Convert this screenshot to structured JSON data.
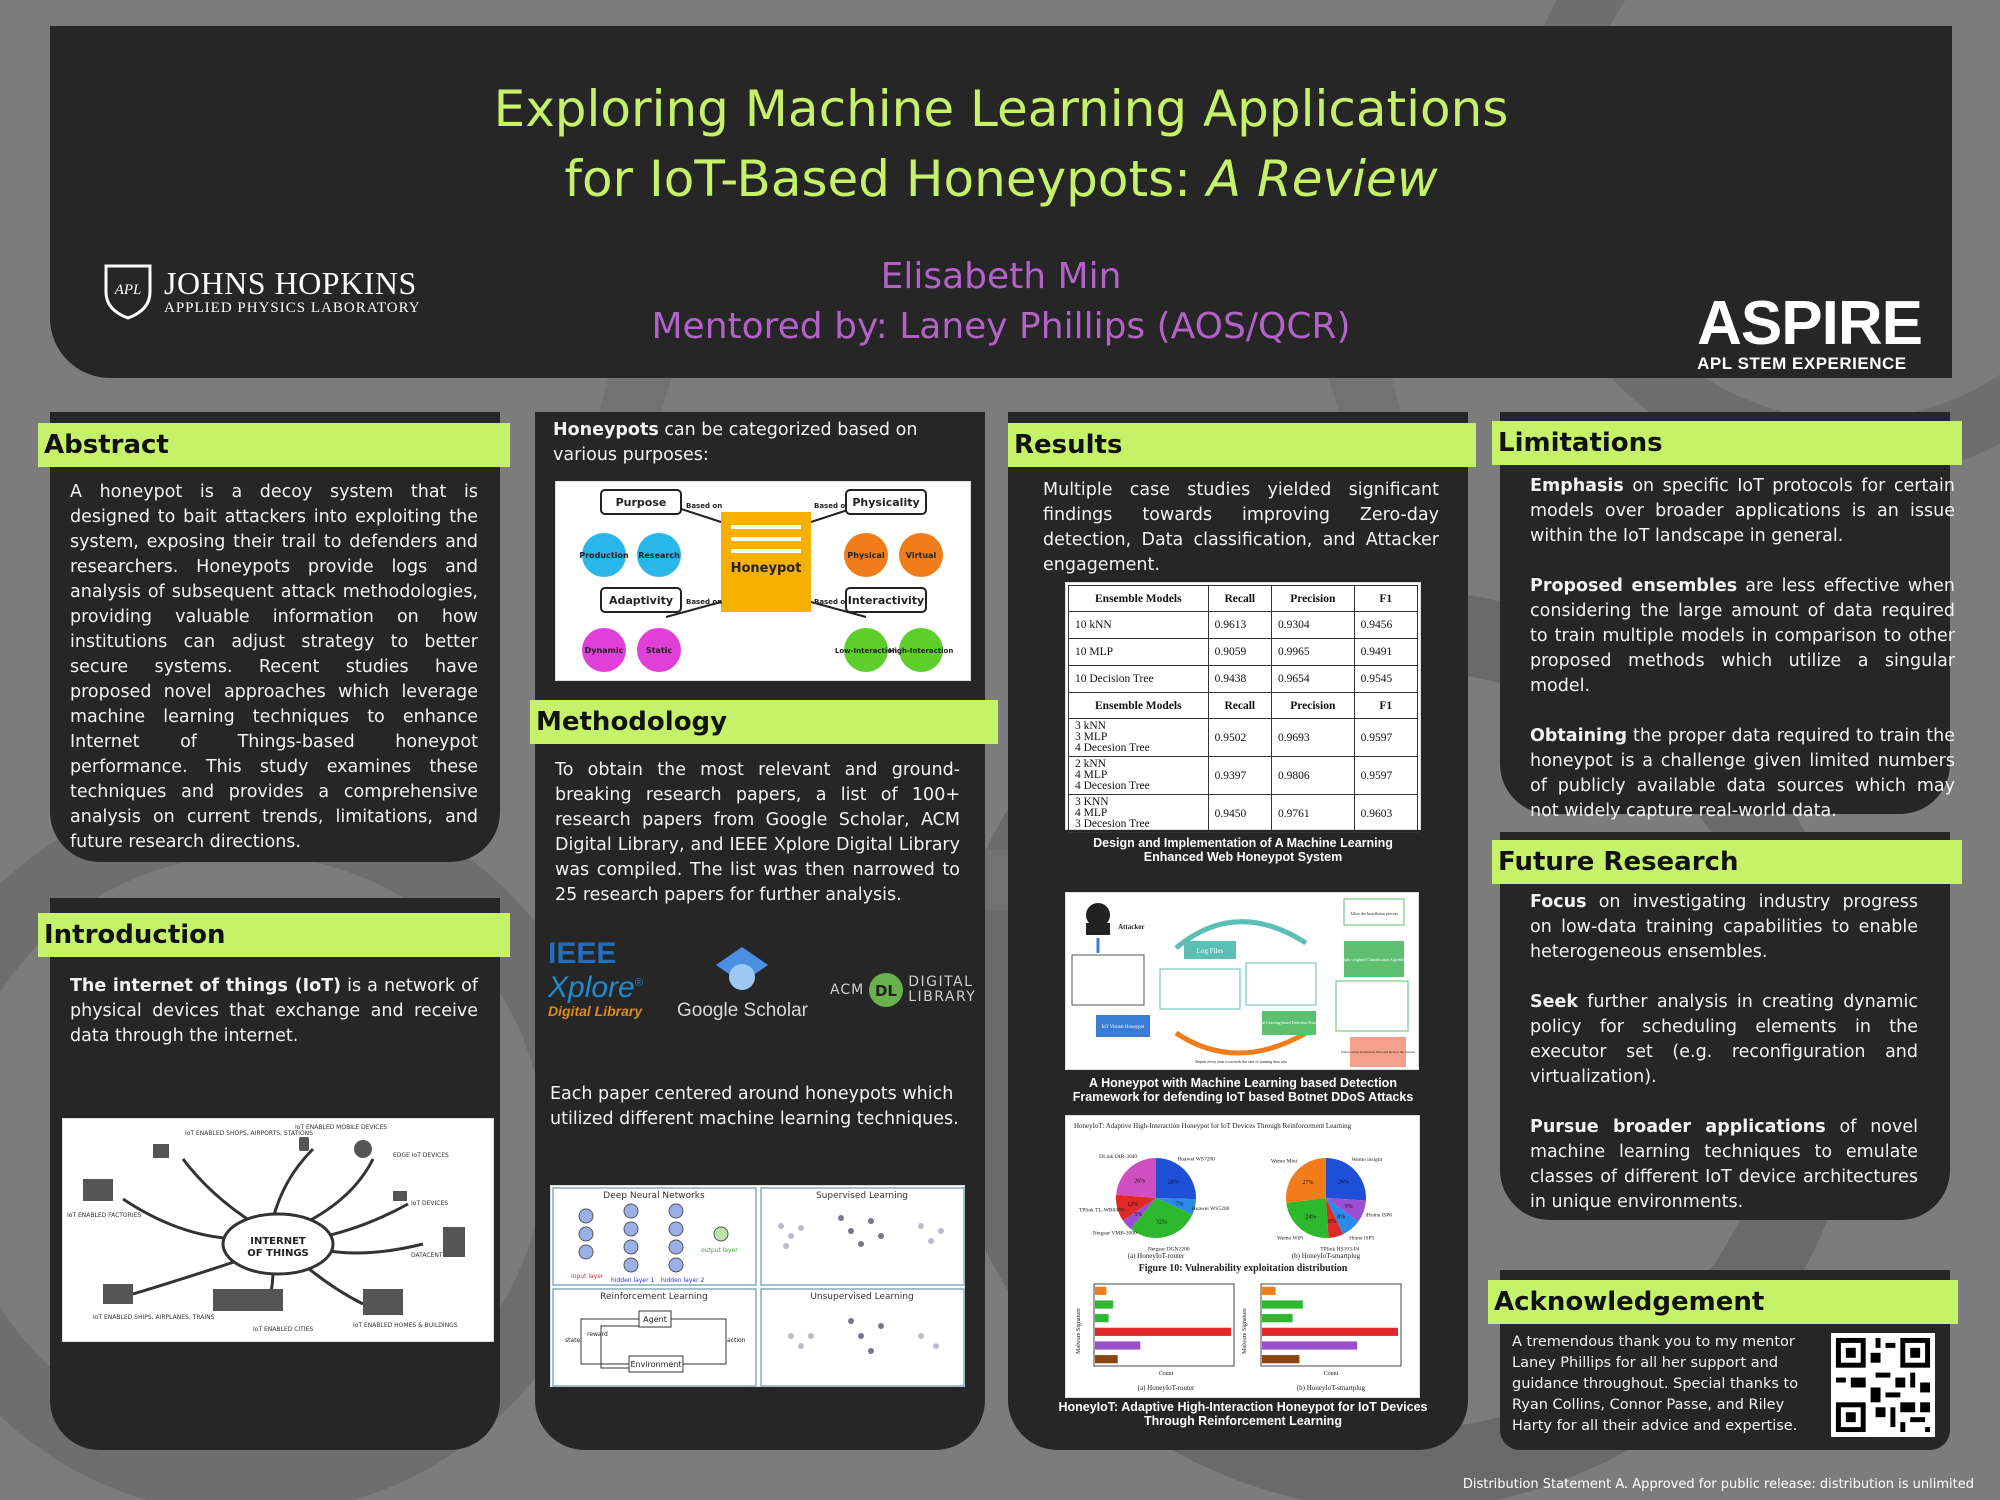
{
  "header": {
    "title_line1": "Exploring Machine Learning Applications",
    "title_line2_plain": "for IoT-Based Honeypots: ",
    "title_line2_italic": "A Review",
    "author": "Elisabeth Min",
    "mentor": "Mentored by: Laney Phillips (AOS/QCR)",
    "left_logo": {
      "emblem": "APL",
      "name": "JOHNS HOPKINS",
      "sub": "APPLIED PHYSICS LABORATORY"
    },
    "right_logo": {
      "word": "ASPIRE",
      "sub": "APL STEM EXPERIENCE"
    }
  },
  "colors": {
    "accent": "#c6f26a",
    "panel": "#262626",
    "author": "#b362c8",
    "background": "#7c7c7c"
  },
  "abstract": {
    "heading": "Abstract",
    "text": "A honeypot is a decoy system that is designed to bait attackers into exploiting the system, exposing their trail to defenders and researchers. Honeypots provide logs and analysis of subsequent attack methodologies, providing valuable information on how institutions can adjust strategy to better secure systems. Recent studies have proposed novel approaches which leverage machine learning techniques to enhance Internet of Things-based honeypot performance. This study examines these techniques and provides a comprehensive analysis on current trends, limitations, and future research directions."
  },
  "introduction": {
    "heading": "Introduction",
    "bold": "The internet of things (IoT)",
    "text": " is a network of physical devices that exchange and receive data through the internet.",
    "figure": {
      "center": [
        "INTERNET",
        "OF THINGS"
      ],
      "labels": [
        "IoT ENABLED SHOPS, AIRPORTS, STATIONS",
        "IoT ENABLED MOBILE DEVICES",
        "EDGE IoT DEVICES",
        "IoT DEVICES",
        "IoT ENABLED FACTORIES",
        "DATACENTERS",
        "IoT ENABLED SHIPS, AIRPLANES, TRAINS",
        "IoT ENABLED CITIES",
        "IoT ENABLED HOMES & BUILDINGS"
      ]
    }
  },
  "honeypots": {
    "bold": "Honeypots",
    "text": " can be categorized based on various purposes:",
    "diagram": {
      "center": "Honeypot",
      "edge_label": "Based on",
      "categories": [
        {
          "name": "Purpose",
          "items": [
            "Production",
            "Research"
          ]
        },
        {
          "name": "Physicality",
          "items": [
            "Physical",
            "Virtual"
          ]
        },
        {
          "name": "Adaptivity",
          "items": [
            "Dynamic",
            "Static"
          ]
        },
        {
          "name": "Interactivity",
          "items": [
            "Low-Interaction",
            "High-Interaction"
          ]
        }
      ]
    }
  },
  "methodology": {
    "heading": "Methodology",
    "text": "To obtain the most relevant and ground-breaking research papers, a list of 100+ research papers from Google Scholar, ACM Digital Library, and IEEE Xplore Digital Library was compiled. The list was then narrowed to 25 research papers for further analysis.",
    "logos": {
      "ieee": [
        "IEEE",
        "Xplore",
        "®",
        "Digital Library"
      ],
      "scholar": "Google Scholar",
      "acm": [
        "ACM",
        "DL",
        "DIGITAL",
        "LIBRARY"
      ]
    },
    "text2": "Each paper centered around honeypots which utilized different machine learning techniques.",
    "ml_panels": [
      "Deep Neural Networks",
      "Supervised Learning",
      "Reinforcement Learning",
      "Unsupervised Learning"
    ],
    "ml_labels": {
      "input": "input layer",
      "hidden1": "hidden layer 1",
      "hidden2": "hidden layer 2",
      "output": "output layer",
      "agent": "Agent",
      "environment": "Environment",
      "state": "state",
      "reward": "reward",
      "action": "action"
    }
  },
  "results": {
    "heading": "Results",
    "text": "Multiple case studies yielded significant findings towards improving Zero-day detection, Data classification, and Attacker engagement.",
    "table1": {
      "headers": [
        "Ensemble Models",
        "Recall",
        "Precision",
        "F1"
      ],
      "rows": [
        [
          "10 kNN",
          "0.9613",
          "0.9304",
          "0.9456"
        ],
        [
          "10 MLP",
          "0.9059",
          "0.9965",
          "0.9491"
        ],
        [
          "10 Decision Tree",
          "0.9438",
          "0.9654",
          "0.9545"
        ]
      ]
    },
    "table2": {
      "headers": [
        "Ensemble Models",
        "Recall",
        "Precision",
        "F1"
      ],
      "rows": [
        {
          "model": [
            "3 kNN",
            "3 MLP",
            "4 Decesion Tree"
          ],
          "recall": "0.9502",
          "precision": "0.9693",
          "f1": "0.9597"
        },
        {
          "model": [
            "2 kNN",
            "4 MLP",
            "4 Decesion Tree"
          ],
          "recall": "0.9397",
          "precision": "0.9806",
          "f1": "0.9597"
        },
        {
          "model": [
            "3 KNN",
            "4 MLP",
            "3 Decesion Tree"
          ],
          "recall": "0.9450",
          "precision": "0.9761",
          "f1": "0.9603"
        }
      ]
    },
    "caption1": "Design and Implementation of A Machine Learning Enhanced Web Honeypot System",
    "caption2": "A Honeypot with Machine Learning based Detection Framework for defending IoT based Botnet DDoS Attacks",
    "framework_labels": [
      "Attacker",
      "Log Files",
      "IoT Virtual Honeypot",
      "Machine Learning based Detection Framework",
      "Light weighted Classification Algorithm",
      "Allow the Installation process",
      "Delete setup installation files and Reboot the system",
      "Repeat every time it exceeds the size of training data sets"
    ],
    "honeyiot_header": "HoneyIoT: Adaptive High-Interaction Honeypot for IoT Devices Through Reinforcement Learning",
    "pie_a_label": "(a) HoneyIoT-router",
    "pie_b_label": "(b) HoneyIoT-smartplug",
    "fig10_caption": "Figure 10: Vulnerability exploitation distribution",
    "bar_a_label": "(a) HoneyIoT-router",
    "bar_b_label": "(b) HoneyIoT-smartplug",
    "bar_ylabel": "Malware Signature",
    "bar_xlabel": "Count",
    "caption3": "HoneyIoT: Adaptive High-Interaction Honeypot for IoT Devices Through Reinforcement Learning"
  },
  "pie_a": {
    "labels": [
      "Huawei WS7200",
      "Huawei WS5200",
      "Netgear DGN2200",
      "Netgear VMB-3000",
      "TPlink TL-WR840N",
      "DLink DIR-3040"
    ],
    "values": [
      28,
      7,
      32,
      5,
      12,
      26
    ],
    "colors": [
      "#1f4fd6",
      "#2b8be8",
      "#2db82d",
      "#9b4fd0",
      "#e02a2a",
      "#d04fc0"
    ]
  },
  "pie_b": {
    "labels": [
      "Wemo insight",
      "iHome iSP6",
      "Home iSP5",
      "TPlink HS103-P4",
      "Wemo WiFi",
      "Wemo Mini"
    ],
    "values": [
      26,
      9,
      8,
      6,
      24,
      27
    ],
    "colors": [
      "#1f4fd6",
      "#9b4fd0",
      "#2b8be8",
      "#e02a2a",
      "#2db82d",
      "#f07d1a"
    ]
  },
  "bars_a": {
    "values": [
      5,
      8,
      6,
      60,
      20,
      10
    ],
    "colors": [
      "#f07d1a",
      "#2db82d",
      "#2db82d",
      "#e02a2a",
      "#9b4fd0",
      "#8b4513"
    ]
  },
  "bars_b": {
    "values": [
      4,
      12,
      9,
      40,
      28,
      11
    ],
    "colors": [
      "#f07d1a",
      "#2db82d",
      "#2db82d",
      "#e02a2a",
      "#9b4fd0",
      "#8b4513"
    ]
  },
  "limitations": {
    "heading": "Limitations",
    "items": [
      {
        "bold": "Emphasis",
        "text": " on specific IoT protocols for certain models over broader applications is an issue within the IoT landscape in general."
      },
      {
        "bold": "Proposed ensembles",
        "text": " are less effective when considering the large amount of data required to train multiple models in comparison to other proposed methods which utilize a singular model."
      },
      {
        "bold": "Obtaining",
        "text": " the proper data required to train the honeypot is a challenge given limited numbers of publicly available data sources which may not widely capture real-world data."
      }
    ]
  },
  "future": {
    "heading": "Future Research",
    "items": [
      {
        "bold": "Focus",
        "text": " on investigating industry progress on low-data training capabilities to enable heterogeneous ensembles."
      },
      {
        "bold": "Seek",
        "text": " further analysis in creating dynamic policy for scheduling elements in the executor set (e.g. reconfiguration and virtualization)."
      },
      {
        "bold": "Pursue broader applications",
        "text": " of novel machine learning techniques to emulate classes of different IoT device architectures in unique environments."
      }
    ]
  },
  "acknowledgement": {
    "heading": "Acknowledgement",
    "text": "A tremendous thank you to my mentor Laney Phillips for all her support and guidance throughout. Special thanks to Ryan Collins, Connor Passe, and Riley Harty for all their advice and expertise."
  },
  "footer": "Distribution Statement A. Approved for public release: distribution is unlimited"
}
